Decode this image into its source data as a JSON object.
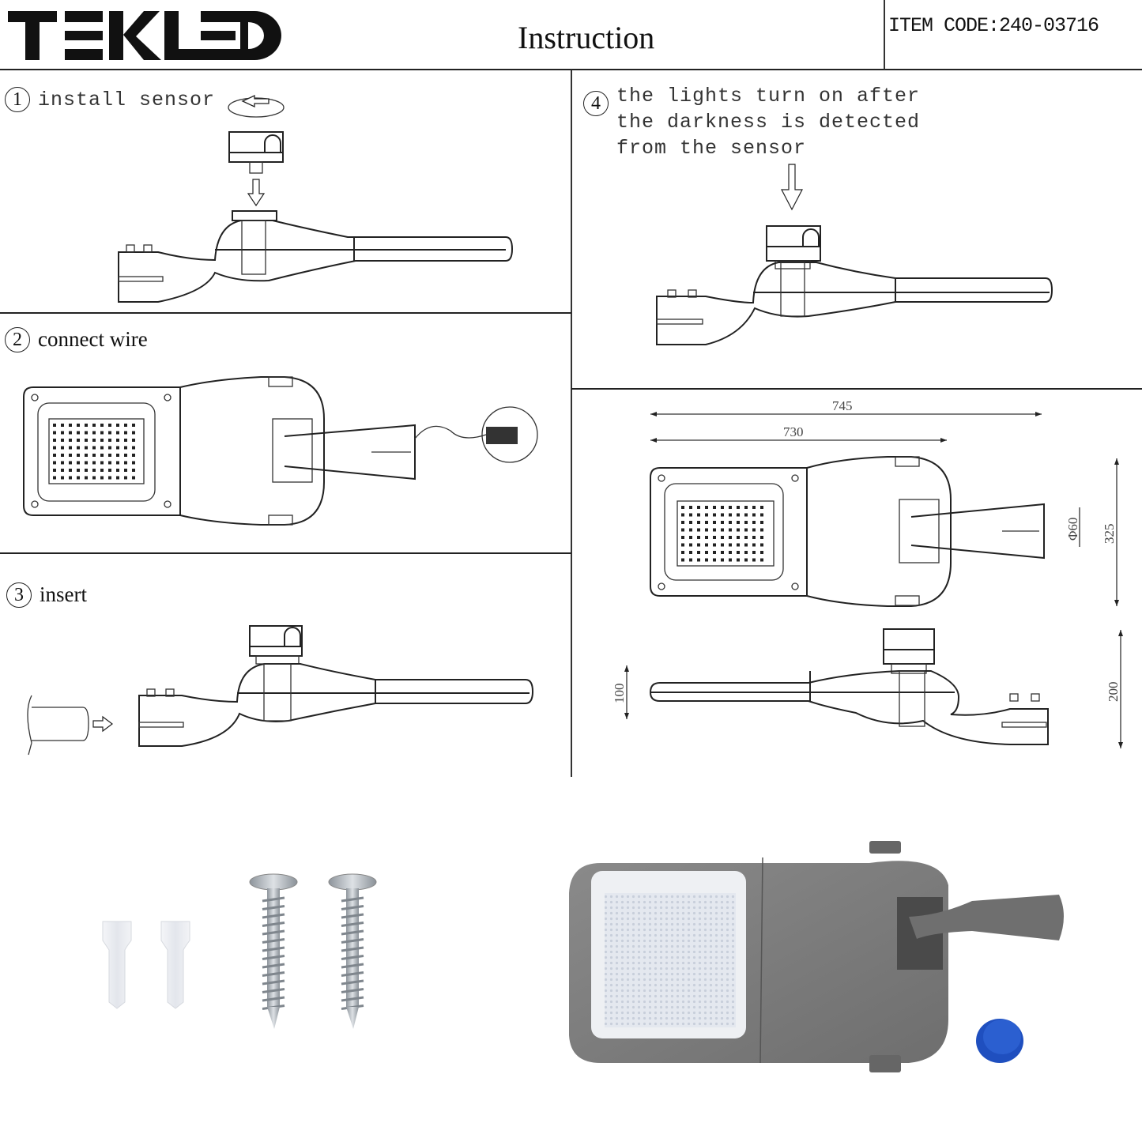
{
  "header": {
    "brand": "TEKLED",
    "title": "Instruction",
    "item_code": "ITEM CODE:240-03716"
  },
  "steps": [
    {
      "number": "1",
      "label": "install sensor"
    },
    {
      "number": "2",
      "label": "connect wire"
    },
    {
      "number": "3",
      "label": "insert"
    },
    {
      "number": "4",
      "label_lines": [
        "the lights turn on after",
        "the darkness is detected",
        "from the sensor"
      ]
    }
  ],
  "dimensions": {
    "overall_length": "745",
    "body_length": "730",
    "pole_diameter": "Φ60",
    "width": "325",
    "side_height": "200",
    "arm_height": "100"
  },
  "accessories": {
    "items": [
      "wire-connector",
      "wire-connector",
      "screw",
      "screw",
      "street-light",
      "sensor-cap"
    ],
    "colors": {
      "housing": "#7d7d7d",
      "led_panel": "#e6eaf0",
      "cap": "#1f4fbf",
      "connector": "#eef0f4",
      "screw": "#b9bec4"
    }
  }
}
